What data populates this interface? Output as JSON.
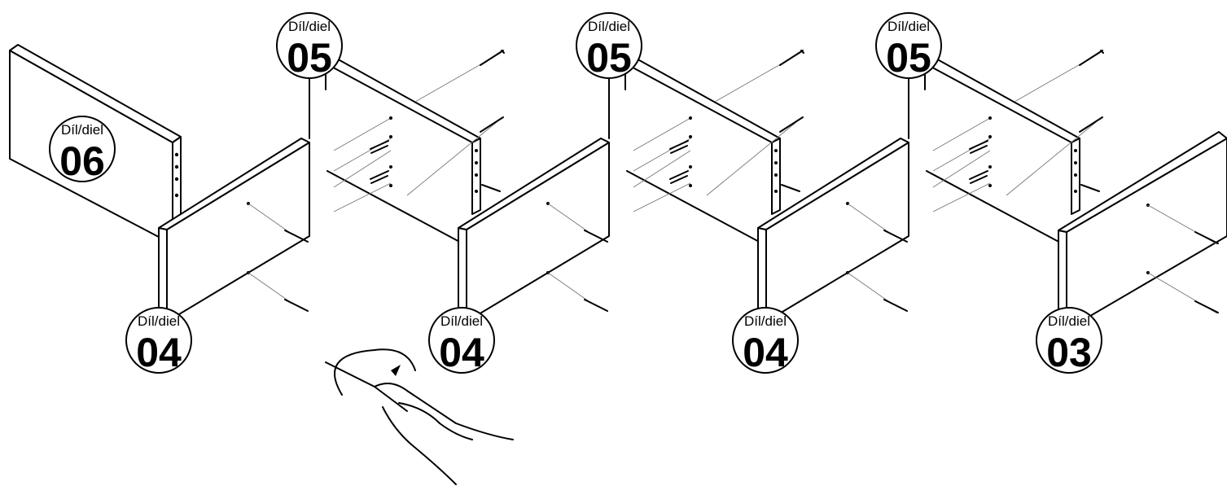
{
  "callouts": [
    {
      "prefix": "Díl/diel",
      "number": "06"
    },
    {
      "prefix": "Díl/diel",
      "number": "05"
    },
    {
      "prefix": "Díl/diel",
      "number": "05"
    },
    {
      "prefix": "Díl/diel",
      "number": "05"
    },
    {
      "prefix": "Díl/diel",
      "number": "04"
    },
    {
      "prefix": "Díl/diel",
      "number": "04"
    },
    {
      "prefix": "Díl/diel",
      "number": "04"
    },
    {
      "prefix": "Díl/diel",
      "number": "03"
    }
  ]
}
